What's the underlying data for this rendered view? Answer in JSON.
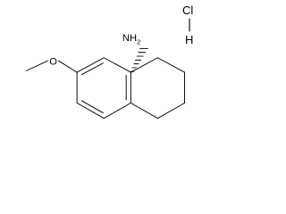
{
  "molecule": {
    "amine_label": "NH2",
    "amine_main": "NH",
    "amine_subscript": "2",
    "salt_label": "Cl-H",
    "salt_cl": "Cl",
    "salt_h": "H",
    "oxygen_label": "O"
  },
  "colors": {
    "bond": "#000000",
    "text": "#000000",
    "background": "#ffffff"
  }
}
